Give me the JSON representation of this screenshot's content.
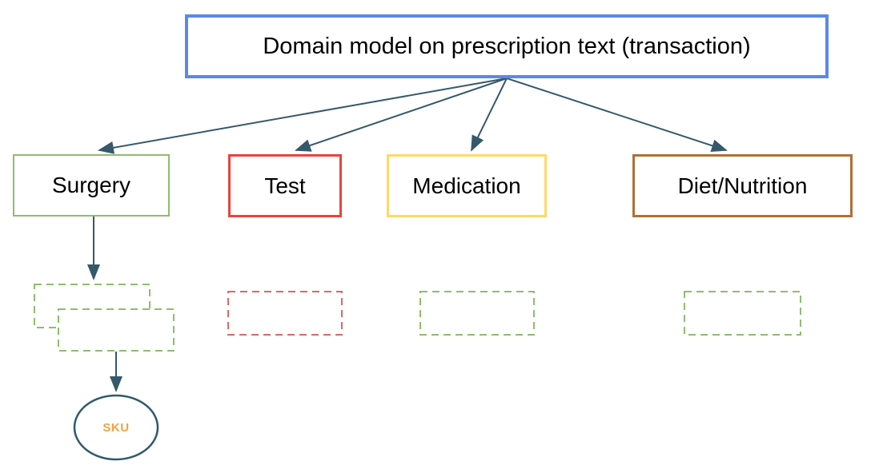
{
  "diagram": {
    "title": "Domain model on prescription text (transaction)",
    "root": {
      "label": "Domain model on prescription text (transaction)",
      "border_color": "#5C88E8"
    },
    "categories": [
      {
        "id": "surgery",
        "label": "Surgery",
        "border_color": "#8FBC6F"
      },
      {
        "id": "test",
        "label": "Test",
        "border_color": "#E9443A"
      },
      {
        "id": "medication",
        "label": "Medication",
        "border_color": "#FFD966"
      },
      {
        "id": "diet",
        "label": "Diet/Nutrition",
        "border_color": "#B26E35"
      }
    ],
    "placeholders": [
      {
        "under": "surgery",
        "style": "dashed",
        "color": "#8FBC6F",
        "count": 2,
        "note": "two overlapping empty dashed boxes"
      },
      {
        "under": "test",
        "style": "dashed",
        "color": "#E06666",
        "count": 1,
        "note": "empty dashed box"
      },
      {
        "under": "medication",
        "style": "dashed",
        "color": "#8FBC6F",
        "count": 1,
        "note": "empty dashed box"
      },
      {
        "under": "diet",
        "style": "dashed",
        "color": "#8FBC6F",
        "count": 1,
        "note": "empty dashed box"
      }
    ],
    "sku": {
      "label": "SKU",
      "text_color": "#F2A33C",
      "border_color": "#2E5A6B",
      "shape": "ellipse"
    },
    "edges": [
      {
        "from": "root",
        "to": "surgery"
      },
      {
        "from": "root",
        "to": "test"
      },
      {
        "from": "root",
        "to": "medication"
      },
      {
        "from": "root",
        "to": "diet"
      },
      {
        "from": "surgery",
        "to": "surgery-placeholder"
      },
      {
        "from": "surgery-placeholder",
        "to": "sku"
      }
    ],
    "arrow_color": "#35596B"
  }
}
